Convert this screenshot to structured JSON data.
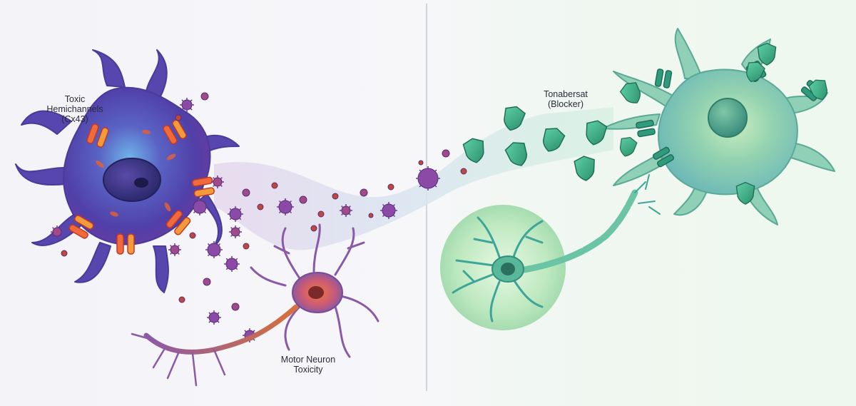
{
  "labels": {
    "toxic_hemichannels": "Toxic\nHemichannels\n(Cx43)",
    "blocker": "Tonabersat\n(Blocker)",
    "motor_neuron": "Motor Neuron\nToxicity"
  },
  "colors": {
    "astrocyte_toxic": "#5b4fb8",
    "astrocyte_core": "#3a3f9a",
    "hemichannel": "#f06a3a",
    "virus_particle": "#8a4aa6",
    "motor_neuron_toxic": "#d8603a",
    "blocker_shield": "#3aa983",
    "astrocyte_healthy": "#7cc9a0",
    "healthy_neuron": "#3fa59a",
    "divider": "#c9c9d2"
  }
}
